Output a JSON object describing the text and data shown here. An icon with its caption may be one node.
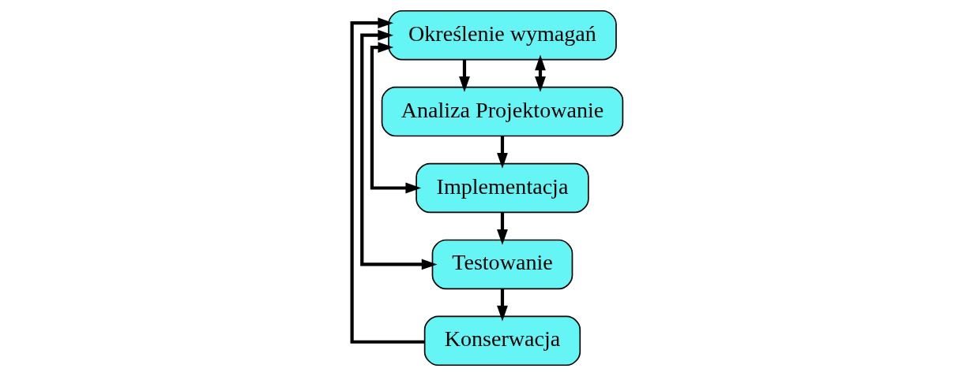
{
  "diagram": {
    "nodes": [
      {
        "text": [
          "Określenie wymagań"
        ]
      },
      {
        "text": [
          "Analiza Projektowanie"
        ]
      },
      {
        "text": [
          "Implementacja"
        ]
      },
      {
        "text": [
          "Testowanie"
        ]
      },
      {
        "text": [
          "Konserwacja"
        ]
      }
    ],
    "edges": [
      {
        "from": 0,
        "to": 1,
        "arrow": "to"
      },
      {
        "from": 1,
        "to": 2,
        "arrow": "to"
      },
      {
        "from": 2,
        "to": 3,
        "arrow": "to"
      },
      {
        "from": 3,
        "to": 4,
        "arrow": "to"
      },
      {
        "from": 4,
        "to": 0,
        "arrow": "to"
      },
      {
        "from": 0,
        "to": 1,
        "arrow": "both"
      },
      {
        "from": 0,
        "to": 2,
        "arrow": "both"
      },
      {
        "from": 0,
        "to": 3,
        "arrow": "both"
      }
    ]
  }
}
